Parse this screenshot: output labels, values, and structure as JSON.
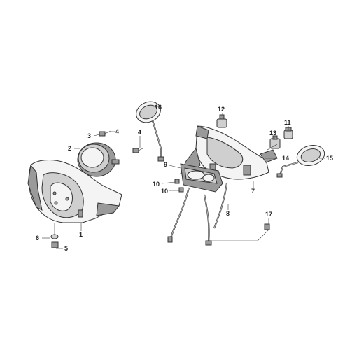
{
  "diagram": {
    "callouts": [
      "1",
      "2",
      "3",
      "4",
      "4",
      "5",
      "6",
      "7",
      "8",
      "9",
      "10",
      "10",
      "11",
      "12",
      "13",
      "14",
      "15",
      "16",
      "17"
    ]
  }
}
